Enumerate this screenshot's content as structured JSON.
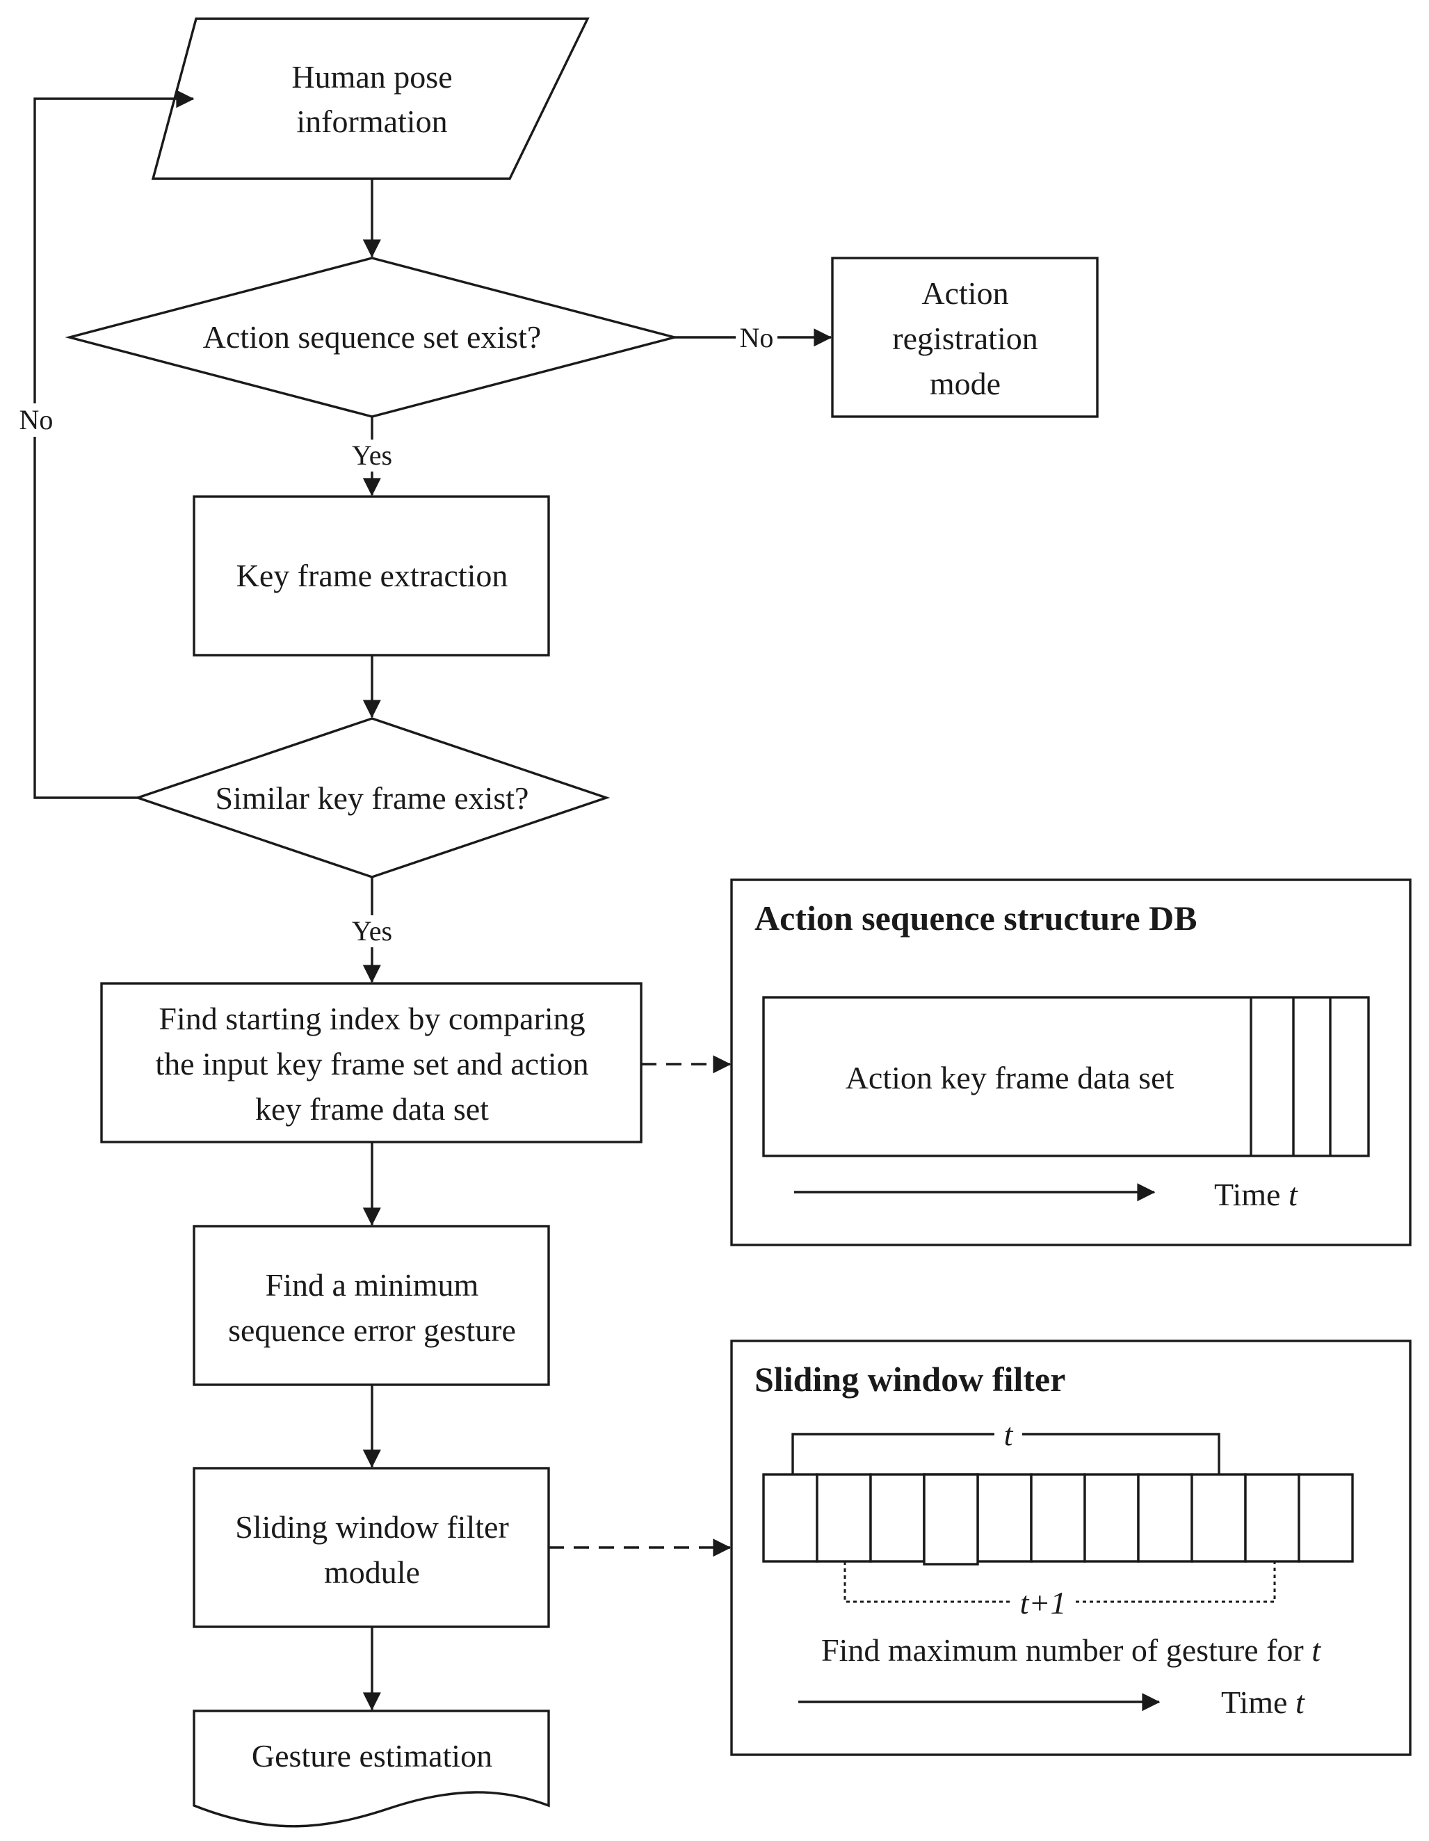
{
  "nodes": {
    "human_pose": [
      "Human pose",
      "information"
    ],
    "seq_exist": [
      "Action sequence set exist?"
    ],
    "registration": [
      "Action",
      "registration",
      "mode"
    ],
    "key_frame": [
      "Key frame extraction"
    ],
    "similar_exist": [
      "Similar key frame exist?"
    ],
    "find_start": [
      "Find starting index by comparing",
      "the input key frame set and action",
      "key frame data set"
    ],
    "min_error": [
      "Find a minimum",
      "sequence error gesture"
    ],
    "sliding_module": [
      "Sliding window filter",
      "module"
    ],
    "gesture_est": [
      "Gesture estimation"
    ]
  },
  "edges": {
    "no_right": "No",
    "no_left": "No",
    "yes_1": "Yes",
    "yes_2": "Yes"
  },
  "db_panel": {
    "title": "Action sequence structure DB",
    "data_label": "Action key frame data set",
    "time_prefix": "Time",
    "time_var": "t"
  },
  "filter_panel": {
    "title": "Sliding window filter",
    "window_label": "t",
    "next_label": "t+1",
    "caption_prefix": "Find maximum number of gesture for",
    "caption_var": "t",
    "time_prefix": "Time",
    "time_var": "t"
  }
}
